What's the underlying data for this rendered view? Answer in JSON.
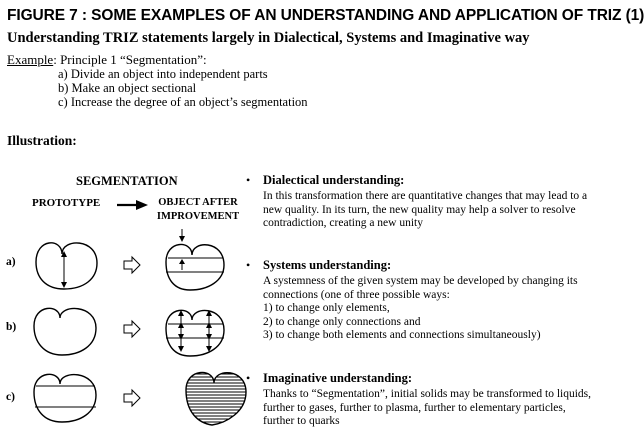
{
  "title": "FIGURE 7 : SOME EXAMPLES OF AN UNDERSTANDING AND APPLICATION OF TRIZ (1)",
  "subtitle": "Understanding TRIZ statements largely in Dialectical, Systems and Imaginative way",
  "example": {
    "label": "Example",
    "rest": ": Principle 1 “Segmentation”:",
    "points": [
      "a)  Divide an object into independent parts",
      "b)  Make an object sectional",
      "c)  Increase the degree of an object’s segmentation"
    ]
  },
  "illustration_label": "Illustration:",
  "diagram": {
    "heading": "SEGMENTATION",
    "prototype_label": "PROTOTYPE",
    "after_label_line1": "OBJECT AFTER",
    "after_label_line2": "IMPROVEMENT",
    "row_labels": [
      "a)",
      "b)",
      "c)"
    ]
  },
  "sections": [
    {
      "heading": "Dialectical understanding:",
      "lines": [
        "In this transformation there are quantitative changes that may lead to a",
        "new quality. In its turn, the new quality may help a solver to resolve",
        "contradiction, creating a new unity"
      ]
    },
    {
      "heading": "Systems understanding:",
      "lines": [
        "A systemness of the given system may be developed by changing its",
        "connections (one of three possible ways:",
        "1)  to change only elements,",
        "2)  to change only connections and",
        "3)  to change both elements and connections simultaneously)"
      ]
    },
    {
      "heading": "Imaginative understanding:",
      "lines": [
        "Thanks to “Segmentation”, initial solids may be transformed to liquids,",
        "further to gases, further to plasma, further to elementary particles,",
        "further to quarks"
      ]
    }
  ],
  "bullet_char": "•",
  "icons": {
    "transform_arrow": "hollow-right-arrow",
    "direction_arrow": "solid-right-arrow"
  }
}
